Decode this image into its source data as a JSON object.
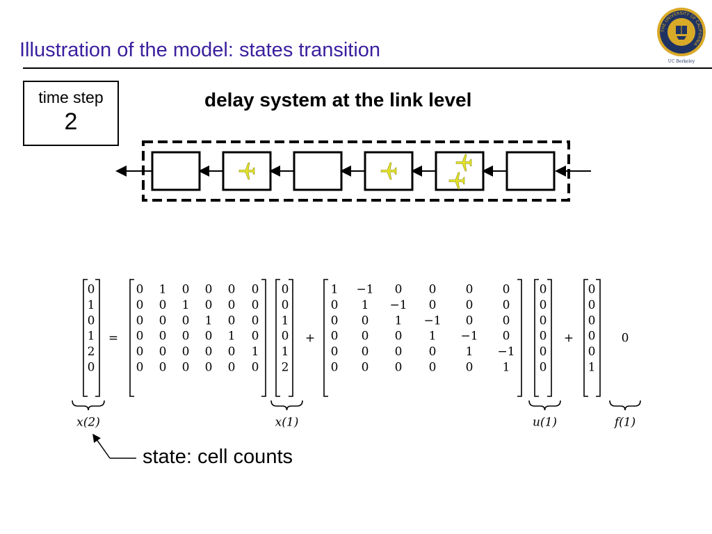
{
  "slide": {
    "title": "Illustration of the model: states transition",
    "subtitle": "delay system at the link level",
    "time_step_label": "time step",
    "time_step_value": "2",
    "state_note": "state: cell counts"
  },
  "logo": {
    "ring_text": "THE UNIVERSITY OF CALIFORNIA",
    "caption": "UC Berkeley",
    "colors": {
      "gold": "#d9a928",
      "navy": "#1f3363"
    }
  },
  "link": {
    "cells": [
      0,
      1,
      0,
      1,
      2,
      0
    ],
    "plane_color": "#e3e32a",
    "flow_direction": "right-to-left"
  },
  "equation": {
    "x2": [
      "0",
      "1",
      "0",
      "1",
      "2",
      "0"
    ],
    "A": [
      [
        "0",
        "1",
        "0",
        "0",
        "0",
        "0"
      ],
      [
        "0",
        "0",
        "1",
        "0",
        "0",
        "0"
      ],
      [
        "0",
        "0",
        "0",
        "1",
        "0",
        "0"
      ],
      [
        "0",
        "0",
        "0",
        "0",
        "1",
        "0"
      ],
      [
        "0",
        "0",
        "0",
        "0",
        "0",
        "1"
      ],
      [
        "0",
        "0",
        "0",
        "0",
        "0",
        "0"
      ]
    ],
    "x1": [
      "0",
      "0",
      "1",
      "0",
      "1",
      "2"
    ],
    "B": [
      [
        "1",
        "−1",
        "0",
        "0",
        "0",
        "0"
      ],
      [
        "0",
        "1",
        "−1",
        "0",
        "0",
        "0"
      ],
      [
        "0",
        "0",
        "1",
        "−1",
        "0",
        "0"
      ],
      [
        "0",
        "0",
        "0",
        "1",
        "−1",
        "0"
      ],
      [
        "0",
        "0",
        "0",
        "0",
        "1",
        "−1"
      ],
      [
        "0",
        "0",
        "0",
        "0",
        "0",
        "1"
      ]
    ],
    "u1": [
      "0",
      "0",
      "0",
      "0",
      "0",
      "0"
    ],
    "C": [
      "0",
      "0",
      "0",
      "0",
      "0",
      "1"
    ],
    "f_value": "0",
    "equals": "=",
    "plus": "+",
    "labels": {
      "x2": "x(2)",
      "x1": "x(1)",
      "u1": "u(1)",
      "f1": "f(1)"
    }
  }
}
